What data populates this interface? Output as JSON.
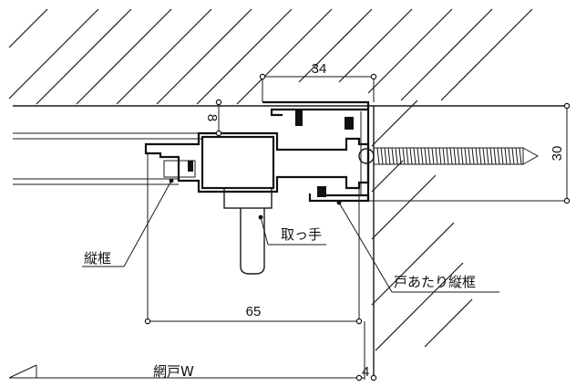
{
  "dimensions": {
    "top_width": "34",
    "frame_height": "30",
    "gap": "8",
    "overall_width": "65",
    "edge": "4"
  },
  "labels": {
    "handle": "取っ手",
    "vertical_frame": "縦框",
    "door_stop_frame": "戸あたり縦框",
    "screen_door_width": "網戸W"
  }
}
